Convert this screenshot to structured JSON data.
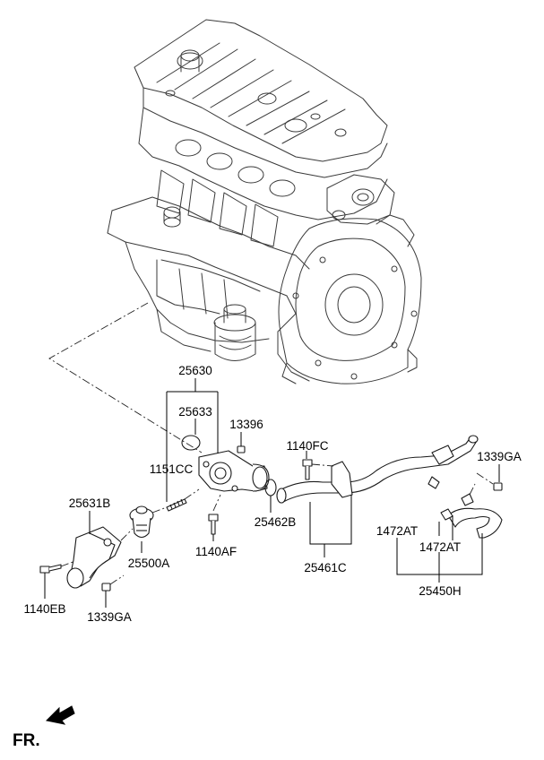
{
  "callouts": {
    "c25630": "25630",
    "c25633": "25633",
    "c13396": "13396",
    "c1151cc": "1151CC",
    "c1140fc": "1140FC",
    "c1339ga_top": "1339GA",
    "c25631b": "25631B",
    "c25462b": "25462B",
    "c1472at_a": "1472AT",
    "c1472at_b": "1472AT",
    "c25500a": "25500A",
    "c1140af": "1140AF",
    "c25461c": "25461C",
    "c25450h": "25450H",
    "c1140eb": "1140EB",
    "c1339ga_bot": "1339GA"
  },
  "direction": {
    "front_label": "FR."
  },
  "colors": {
    "line": "#000000",
    "background": "#ffffff"
  },
  "icons": {
    "front_arrow": "arrow-icon"
  }
}
